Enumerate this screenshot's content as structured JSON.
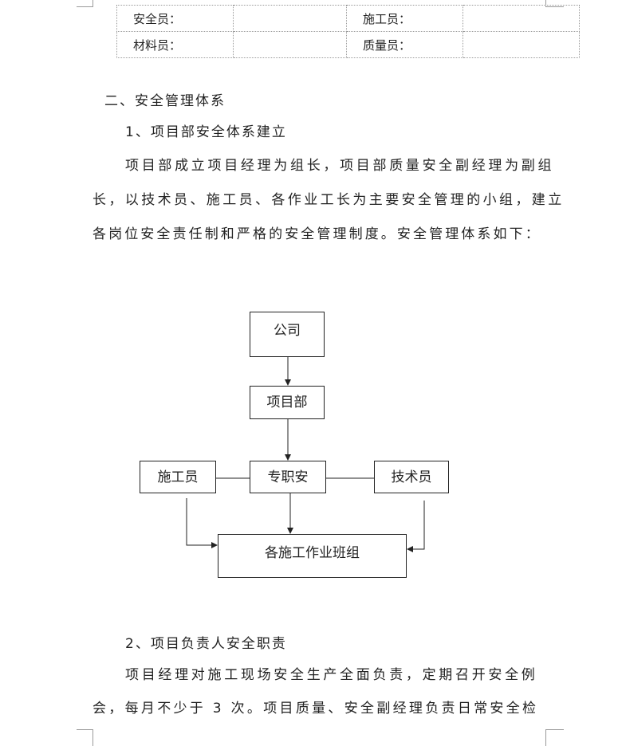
{
  "staff_table": {
    "rows": [
      [
        "安全员：",
        "",
        "施工员：",
        ""
      ],
      [
        "材料员：",
        "",
        "质量员：",
        ""
      ]
    ]
  },
  "section": {
    "heading": "二、安全管理体系",
    "sub1": {
      "title": "1、项目部安全体系建立",
      "lines": [
        "项目部成立项目经理为组长，项目部质量安全副经理为副组",
        "长，以技术员、施工员、各作业工长为主要安全管理的小组，建立",
        "各岗位安全责任制和严格的安全管理制度。安全管理体系如下："
      ]
    },
    "sub2": {
      "title": "2、项目负责人安全职责",
      "lines": [
        "项目经理对施工现场安全生产全面负责，定期召开安全例",
        "会，每月不少于 3 次。项目质量、安全副经理负责日常安全检"
      ]
    }
  },
  "org_chart": {
    "company": "公司",
    "project_dept": "项目部",
    "constructor": "施工员",
    "safety_officer": "专职安",
    "technician": "技术员",
    "work_teams": "各施工作业班组"
  }
}
